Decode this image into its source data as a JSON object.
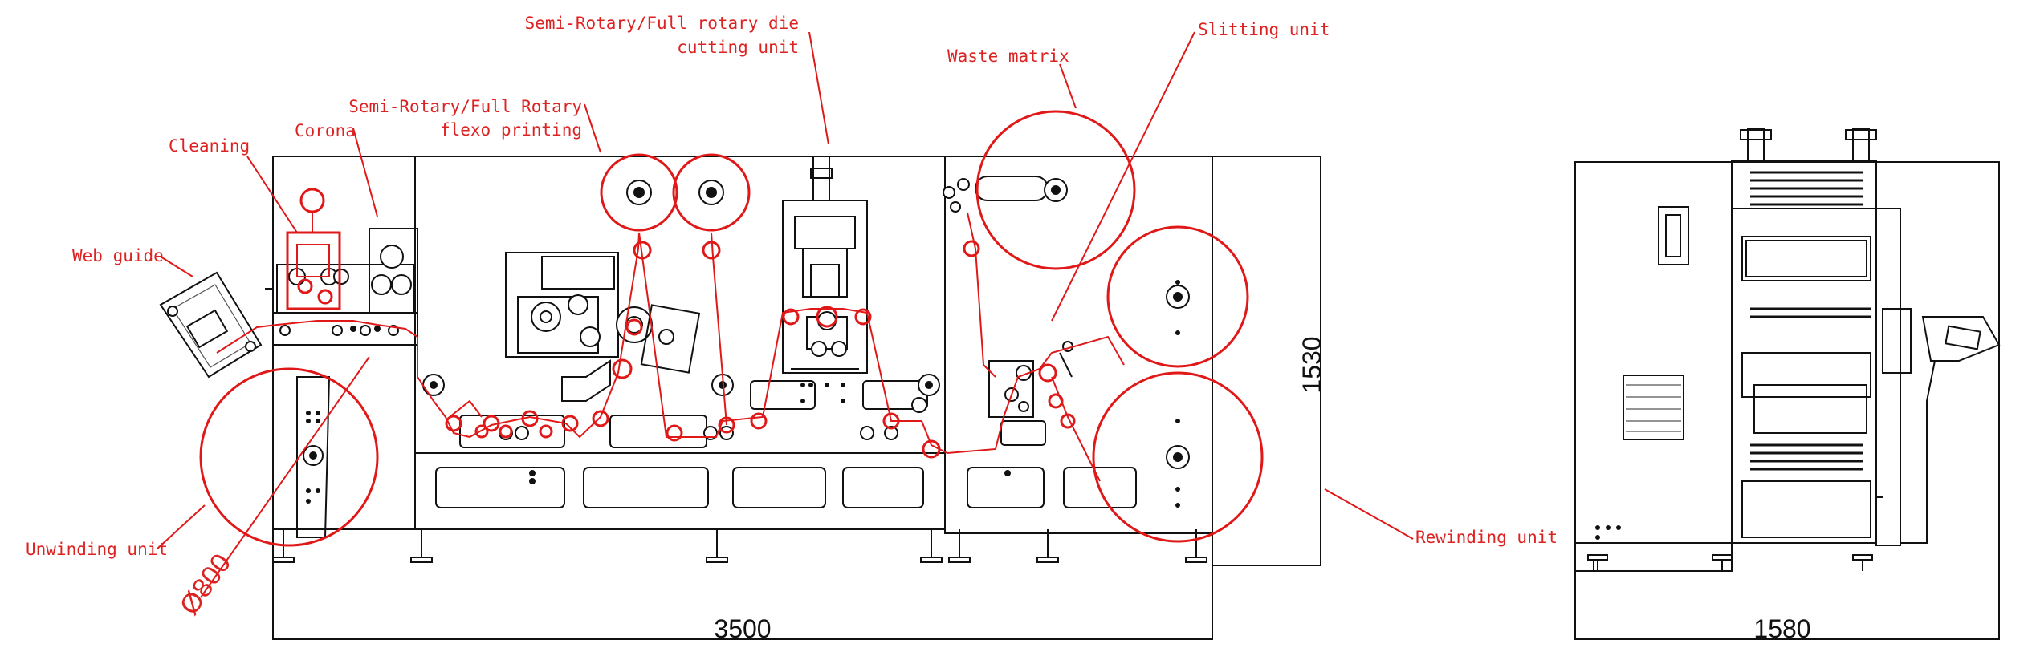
{
  "labels": {
    "die_cutting_1": "Semi-Rotary/Full rotary die",
    "die_cutting_2": "cutting unit",
    "slitting": "Slitting unit",
    "waste_matrix": "Waste matrix",
    "flexo_1": "Semi-Rotary/Full Rotary",
    "flexo_2": "flexo printing",
    "cleaning": "Cleaning",
    "corona": "Corona",
    "web_guide": "Web guide",
    "unwinding": "Unwinding unit",
    "rewinding": "Rewinding unit"
  },
  "dimensions": {
    "length": "3500",
    "height": "1530",
    "width": "1580",
    "diameter": "Ø800"
  },
  "colors": {
    "annotation": "#e01818",
    "drawing": "#111111"
  }
}
